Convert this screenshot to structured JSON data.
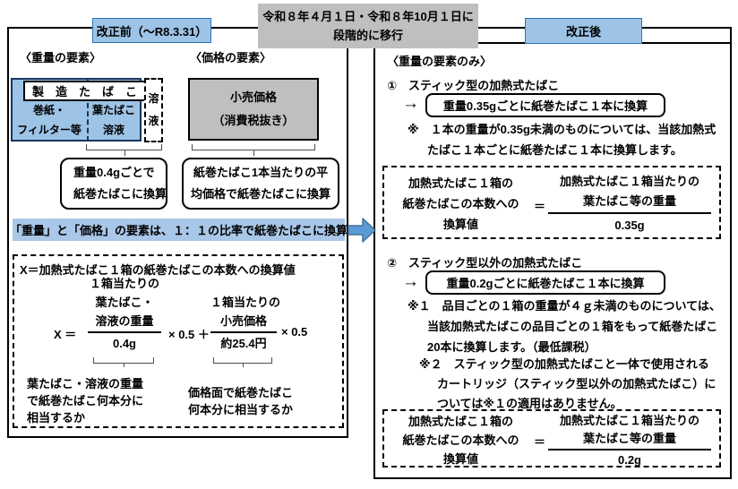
{
  "colors": {
    "label_fill": "#9DC3E6",
    "label_border": "#2E74B5",
    "gray_fill": "#BFBFBF",
    "ratio_bar_fill": "#A9C7E8",
    "arrow_fill": "#5B9BD5",
    "arrow_border": "#41719C"
  },
  "icons": {
    "transition_arrow": "right-block-arrow",
    "pointer_glyph": "→"
  },
  "header": {
    "before_label": "改正前（～R8.3.31）",
    "transition": [
      "令和８年４月１日・令和８年10月１日に",
      "段階的に移行"
    ],
    "after_label": "改正後"
  },
  "left": {
    "weight_heading": "〈重量の要素〉",
    "price_heading": "〈価格の要素〉",
    "product_box": "製　造　た　ば　こ",
    "paper_cell": [
      "巻紙・",
      "フィルター等"
    ],
    "leaf_cell": [
      "葉たばこ",
      "溶液"
    ],
    "solution_cell": [
      "溶",
      "液"
    ],
    "weight_rule_box": [
      "重量0.4gごとで",
      "紙巻たばこに換算"
    ],
    "retail_box": [
      "小売価格",
      "（消費税抜き）"
    ],
    "price_rule_box": [
      "紙巻たばこ1本当たりの平",
      "均価格で紙巻たばこに換算"
    ],
    "ratio_bar": "「重量」と「価格」の要素は、１：１の比率で紙巻たばこに換算",
    "formula": {
      "title": "X＝加熱式たばこ１箱の紙巻たばこの本数への換算値",
      "x_equals": "X ＝",
      "frac1_num": [
        "１箱当たりの",
        "葉たばこ・",
        "溶液の重量"
      ],
      "frac1_den": "0.4g",
      "times_plus": "× 0.5 ＋",
      "frac2_num": [
        "１箱当たりの",
        "小売価格"
      ],
      "frac2_den": "約25.4円",
      "times": "× 0.5",
      "weight_note": [
        "葉たばこ・溶液の重量",
        "で紙巻たばこ何本分に",
        "相当するか"
      ],
      "price_note": [
        "価格面で紙巻たばこ",
        "何本分に相当するか"
      ]
    }
  },
  "right": {
    "heading": "〈重量の要素のみ〉",
    "item1": {
      "label": "①　スティック型の加熱式たばこ",
      "rule_box": "重量0.35gごとに紙巻たばこ１本に換算",
      "note_line1": "※　１本の重量が0.35g未満のものについては、当該加熱式",
      "note_line2": "たばこ１本ごとに紙巻たばこ１本に換算します。",
      "calc": {
        "left_lines": [
          "加熱式たばこ１箱の",
          "紙巻たばこの本数への",
          "換算値"
        ],
        "equals": "＝",
        "numerator": [
          "加熱式たばこ１箱当たりの",
          "葉たばこ等の重量"
        ],
        "denominator": "0.35g"
      }
    },
    "item2": {
      "label": "②　スティック型以外の加熱式たばこ",
      "rule_box": "重量0.2gごとに紙巻たばこ１本に換算",
      "note1_line1": "※１　品目ごとの１箱の重量が４ｇ未満のものについては、",
      "note1_line2": "当該加熱式たばこの品目ごとの１箱をもって紙巻たばこ",
      "note1_line3": "20本に換算します。（最低課税）",
      "note2_line1": "※２　スティック型の加熱式たばこと一体で使用される",
      "note2_line2": "カートリッジ（スティック型以外の加熱式たばこ）に",
      "note2_line3": "ついては※１の適用はありません。",
      "calc": {
        "left_lines": [
          "加熱式たばこ１箱の",
          "紙巻たばこの本数への",
          "換算値"
        ],
        "equals": "＝",
        "numerator": [
          "加熱式たばこ１箱当たりの",
          "葉たばこ等の重量"
        ],
        "denominator": "0.2g"
      }
    }
  }
}
